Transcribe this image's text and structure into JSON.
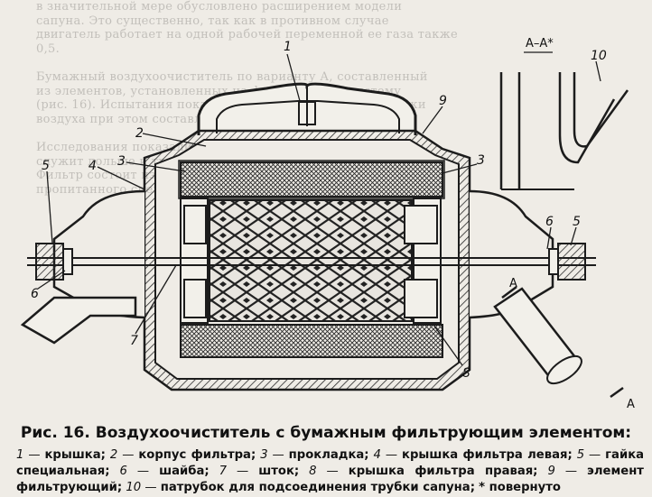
{
  "caption": {
    "title": "Рис. 16. Воздухоочиститель с бумажным фильтрующим элементом:",
    "legend": [
      {
        "num": "1",
        "text": "крышка;"
      },
      {
        "num": "2",
        "text": "корпус фильтра;"
      },
      {
        "num": "3",
        "text": "прокладка;"
      },
      {
        "num": "4",
        "text": "крышка фильтра левая;"
      },
      {
        "num": "5",
        "text": "гайка специальная;"
      },
      {
        "num": "6",
        "text": "шайба;"
      },
      {
        "num": "7",
        "text": "шток;"
      },
      {
        "num": "8",
        "text": "крышка фильтра правая;"
      },
      {
        "num": "9",
        "text": "элемент фильтрующий;"
      },
      {
        "num": "10",
        "text": "патрубок для подсоединения трубки сапуна;"
      }
    ],
    "note": "* повернуто"
  },
  "callouts": [
    "1",
    "2",
    "3",
    "3",
    "4",
    "5",
    "5",
    "6",
    "6",
    "7",
    "8",
    "9",
    "10"
  ],
  "section": {
    "label": "A–A*",
    "marker_top": "A",
    "marker_bottom": "A"
  },
  "colors": {
    "paper": "#efece6",
    "ink": "#1c1c1c",
    "hatch": "#333333"
  }
}
